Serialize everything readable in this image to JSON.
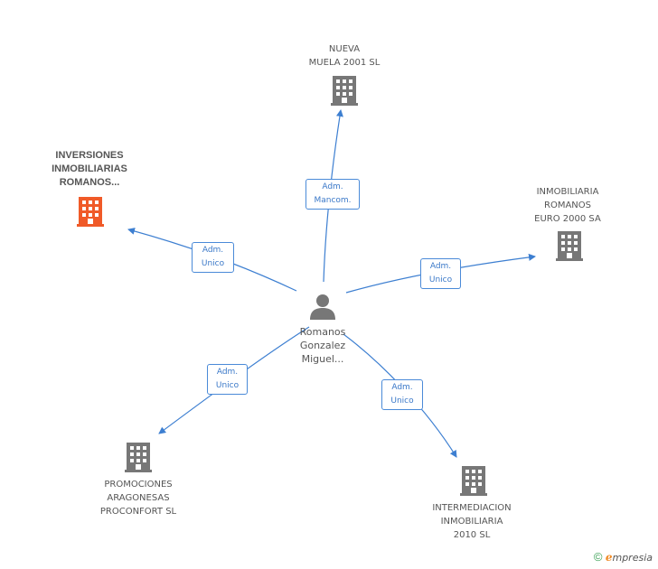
{
  "nodes": {
    "person": {
      "lines": [
        "Romanos",
        "Gonzalez",
        "Miguel..."
      ],
      "icon": "person-icon"
    },
    "nueva": {
      "lines": [
        "NUEVA",
        "MUELA 2001 SL"
      ],
      "icon": "building-icon"
    },
    "inversiones": {
      "lines": [
        "INVERSIONES",
        "INMOBILIARIAS",
        "ROMANOS..."
      ],
      "icon": "building-icon",
      "highlight_color": "#f05a28"
    },
    "romanos2000": {
      "lines": [
        "INMOBILIARIA",
        "ROMANOS",
        "EURO 2000 SA"
      ],
      "icon": "building-icon"
    },
    "promociones": {
      "lines": [
        "PROMOCIONES",
        "ARAGONESAS",
        "PROCONFORT SL"
      ],
      "icon": "building-icon"
    },
    "intermediacion": {
      "lines": [
        "INTERMEDIACION",
        "INMOBILIARIA",
        "2010 SL"
      ],
      "icon": "building-icon"
    }
  },
  "relations": {
    "nueva": [
      "Adm.",
      "Mancom."
    ],
    "inversiones": [
      "Adm.",
      "Unico"
    ],
    "romanos2000": [
      "Adm.",
      "Unico"
    ],
    "promociones": [
      "Adm.",
      "Unico"
    ],
    "intermediacion": [
      "Adm.",
      "Unico"
    ]
  },
  "colors": {
    "edge": "#3d7fd1",
    "building": "#777777",
    "highlight": "#f05a28",
    "person": "#777777"
  },
  "footer": {
    "copyright": "©",
    "brand_initial": "e",
    "brand_rest": "mpresia"
  }
}
